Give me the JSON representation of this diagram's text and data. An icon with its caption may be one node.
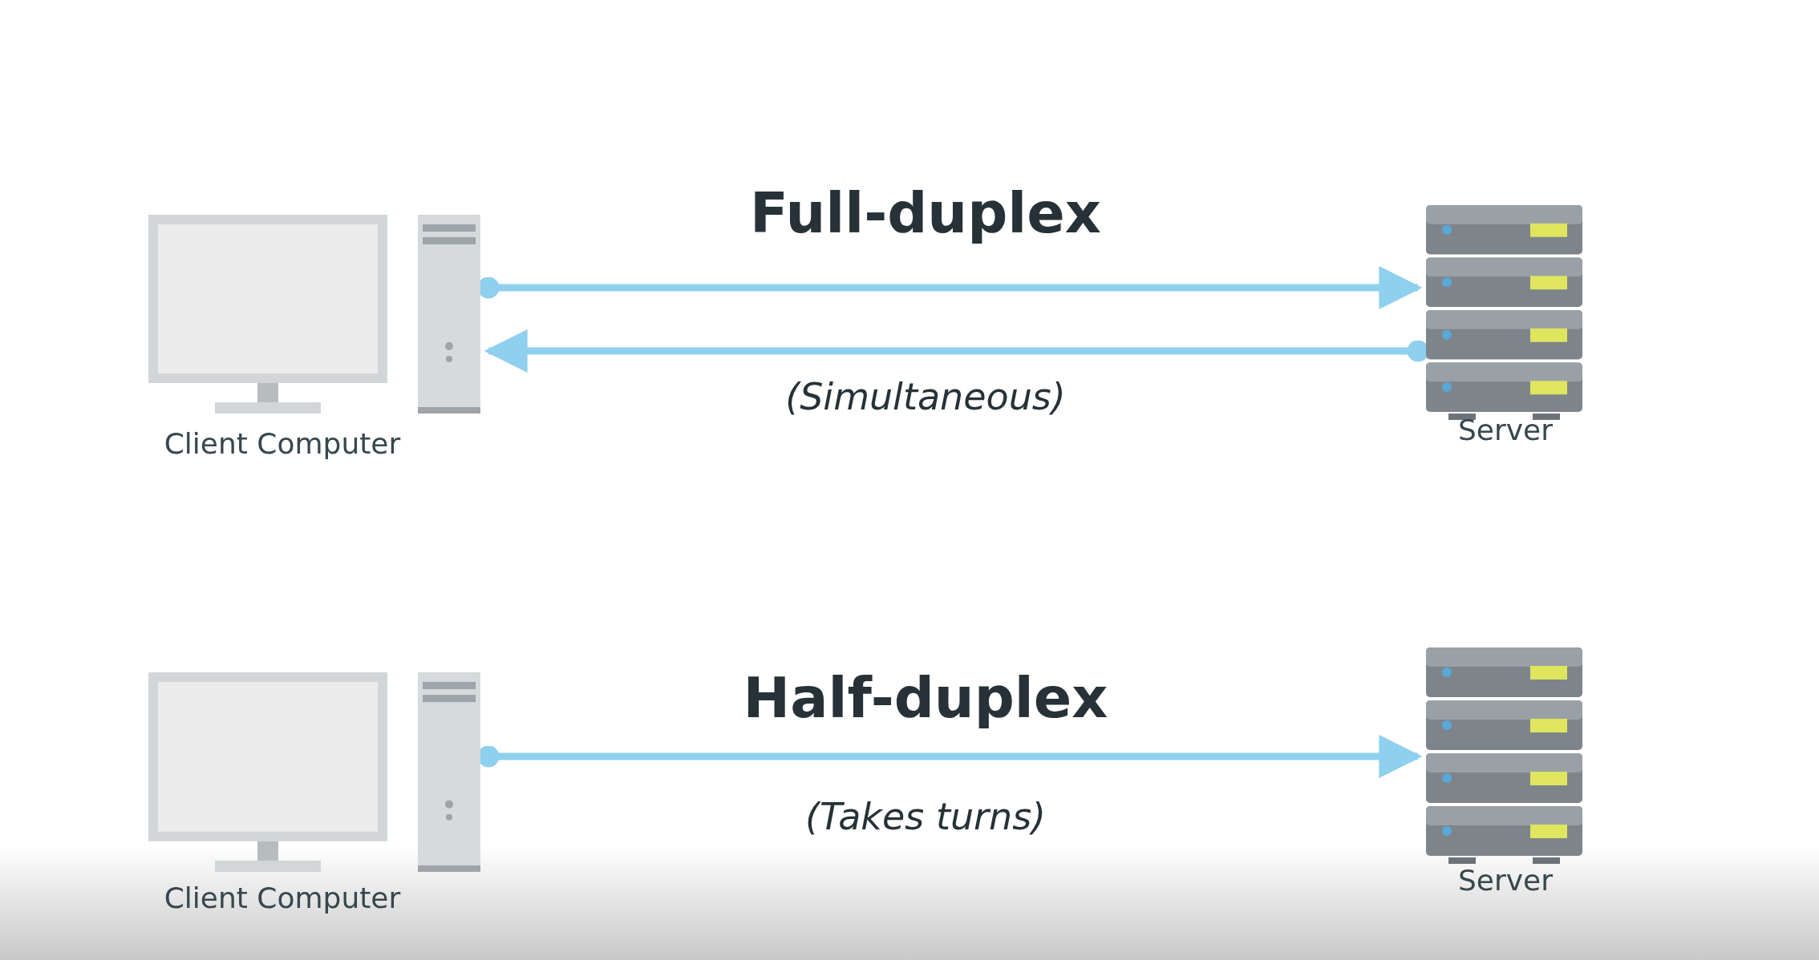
{
  "diagram": {
    "nodes": [
      {
        "text": [],
        "shape": "computer",
        "beside": [
          "Client Computer"
        ]
      },
      {
        "text": [],
        "shape": "server",
        "beside": [
          "Server"
        ]
      },
      {
        "text": [],
        "shape": "computer",
        "beside": [
          "Client Computer"
        ]
      },
      {
        "text": [],
        "shape": "server",
        "beside": [
          "Server"
        ]
      }
    ],
    "edges": [
      {
        "from": 0,
        "to": 1,
        "arrow": "to"
      },
      {
        "from": 1,
        "to": 0,
        "arrow": "to"
      },
      {
        "from": 2,
        "to": 3,
        "arrow": "to"
      }
    ],
    "labels": [
      "Full-duplex",
      "(Simultaneous)",
      "Half-duplex",
      "(Takes turns)"
    ]
  }
}
